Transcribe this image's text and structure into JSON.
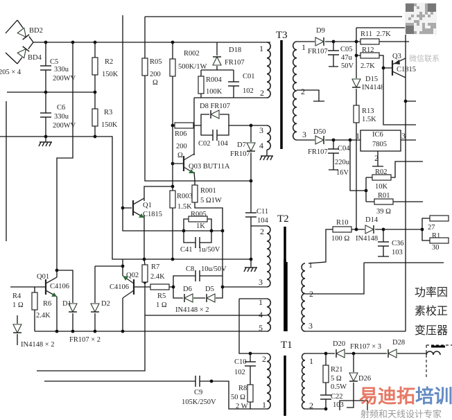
{
  "transformers": {
    "t1": "T1",
    "t2": "T2",
    "t3": "T3"
  },
  "pins": {
    "t3_1": "1",
    "t3_2": "2",
    "t3_3": "3",
    "t3_4": "4",
    "t3s_1": "1",
    "t3s_2": "2",
    "t3s_3": "3",
    "t2_2": "2",
    "t2_3": "3",
    "t2_1": "1",
    "t2_4": "4",
    "t2_5": "5",
    "t2s_1": "1",
    "t2s_2": "2",
    "t2s_3": "3",
    "t1_2": "2",
    "t1_1": "1",
    "t1s_1": "1",
    "t1s_2": "2",
    "ic6_1": "1",
    "ic6_2": "2",
    "ic6_3": "3"
  },
  "labels": {
    "bd2": "BD2",
    "bd4": "BD4",
    "bridge_spec": "205 × 4",
    "c5": "C5",
    "c5_val": "330u",
    "c5_volt": "200WV",
    "c6": "C6",
    "c6_val": "330u",
    "c6_volt": "200WV",
    "r2": "R2",
    "r2_val": "150K",
    "r3": "R3",
    "r3_val": "150K",
    "r05": "R05",
    "r05_val": "200",
    "r05_unit": "Ω",
    "r002": "R002",
    "r002_val": "500K/1W",
    "d18": "D18",
    "d18_val": "FR107",
    "r004": "R004",
    "r004_val": "100K",
    "c01": "C01",
    "c01_val": "102",
    "d8": "D8  FR107",
    "r06": "R06",
    "r06_val": "200",
    "r06_unit": "Ω",
    "c02": "C02",
    "c02_val": "104",
    "q03": "Q03  BUT11A",
    "d7": "D7",
    "d7_val": "FR107",
    "r001": "R001",
    "r001_val": "5 Ω1W",
    "r003": "R003",
    "r003_val": "1.5K",
    "q1": "Q1",
    "q1_val": "C1815",
    "r005": "R005",
    "r005_val": "1K",
    "c41": "C41",
    "c41_val": "1u/50V",
    "c11": "C11",
    "c11_val": "104",
    "q01": "Q01",
    "q01_val": "C4106",
    "r4": "R4",
    "r4_val": "1 Ω",
    "r6": "R6",
    "r6_val": "2.4K",
    "d1": "D1",
    "d2": "D2",
    "d12_val": "FR107   ×  2",
    "in4148_left": "IN4148 × 2",
    "q02": "Q02",
    "q02_val": "C4106",
    "r7": "R7",
    "r7_val": "2.4K",
    "r5": "R5",
    "r5_val": "1 Ω",
    "c8": "C8",
    "c8_val": "10u/50V",
    "d6": "D6",
    "d5": "D5",
    "d56_val": "IN4148 × 2",
    "c9": "C9",
    "c9_val": "105K/250V",
    "c10": "C10",
    "c10_val": "102",
    "r8": "R8",
    "r8_val": "50 Ω",
    "r8_pow": "2 W",
    "d9": "D9",
    "d9_val": "FR107",
    "c05": "C05",
    "c05_val": "47u",
    "c05_volt": "50V",
    "r11": "R11",
    "r11_val": "2.7K",
    "r12": "R12",
    "r12_val": "2.7K",
    "q3": "Q3",
    "q3_val": "C1815",
    "d15": "D15",
    "d15_val": "IN4148",
    "r13": "R13",
    "r13_val": "1.5K",
    "d50": "D50",
    "d50_val": "FR107",
    "c04": "C04",
    "c04_val": "220u",
    "c04_volt": "16V",
    "ic6": "IC6",
    "ic6_val": "7805",
    "r02": "R02",
    "r02_val": "10K",
    "r01": "R01",
    "r01_val": "39 Ω",
    "r10": "R10",
    "r10_val": "100 Ω",
    "d14": "D14",
    "d14_val": "IN4148",
    "c36": "C36",
    "c36_val": "103",
    "edge_27": "27",
    "edge_r1": "R1",
    "edge_30": "30",
    "d20": "D20",
    "d28": "D28",
    "d_val3": "FR107 × 3",
    "r21": "R21",
    "r21_val": "5 Ω",
    "r21_pow": "0.5W",
    "c22": "C22",
    "c22_val": "103",
    "d26": "D26"
  },
  "annotation": {
    "line1": "功率因",
    "line2": "素校正",
    "line3": "变压器"
  },
  "watermark": {
    "brand_part1": "易迪拓",
    "brand_part2": "培训",
    "tagline": "射频和天线设计专家",
    "qr_caption": "微信联系"
  }
}
